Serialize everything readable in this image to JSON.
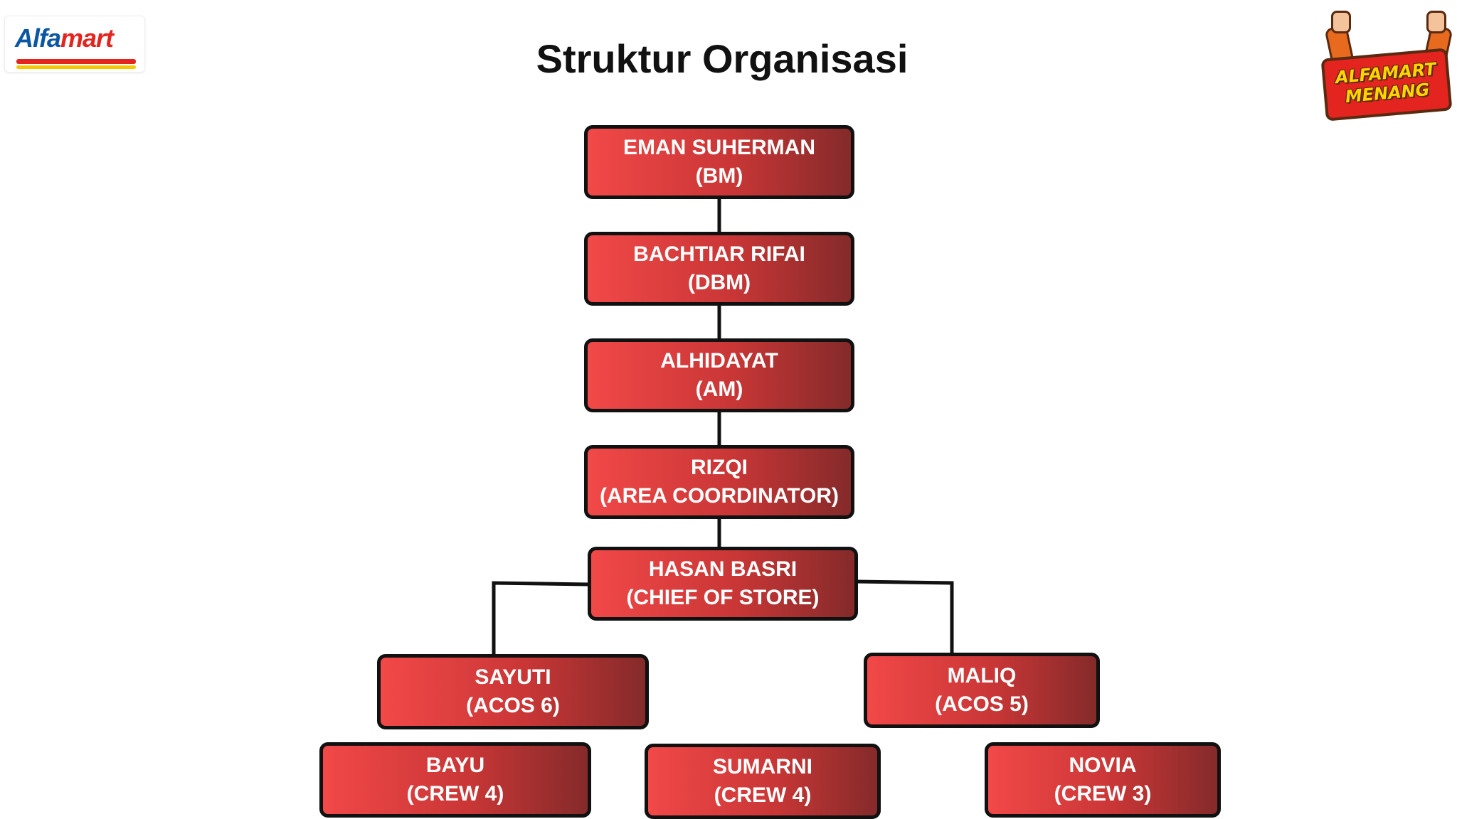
{
  "title": "Struktur Organisasi",
  "logo": {
    "part1": "Alfa",
    "part2": "mart"
  },
  "badge": {
    "line1": "ALFAMART",
    "line2": "MENANG"
  },
  "nodes": {
    "bm": {
      "name": "EMAN SUHERMAN",
      "role": "(BM)"
    },
    "dbm": {
      "name": "BACHTIAR RIFAI",
      "role": "(DBM)"
    },
    "am": {
      "name": "ALHIDAYAT",
      "role": "(AM)"
    },
    "ac": {
      "name": "RIZQI",
      "role": "(AREA COORDINATOR)"
    },
    "cos": {
      "name": "HASAN BASRI",
      "role": "(CHIEF OF STORE)"
    },
    "acos6": {
      "name": "SAYUTI",
      "role": "(ACOS 6)"
    },
    "acos5": {
      "name": "MALIQ",
      "role": "(ACOS 5)"
    },
    "crew_bayu": {
      "name": "BAYU",
      "role": "(CREW 4)"
    },
    "crew_sumarni": {
      "name": "SUMARNI",
      "role": "(CREW 4)"
    },
    "crew_novia": {
      "name": "NOVIA",
      "role": "(CREW 3)"
    }
  },
  "colors": {
    "node_start": "#f24848",
    "node_end": "#852a2a",
    "border": "#111111",
    "brand_blue": "#0b57a4",
    "brand_red": "#e3241f",
    "brand_yellow": "#f7c800"
  }
}
